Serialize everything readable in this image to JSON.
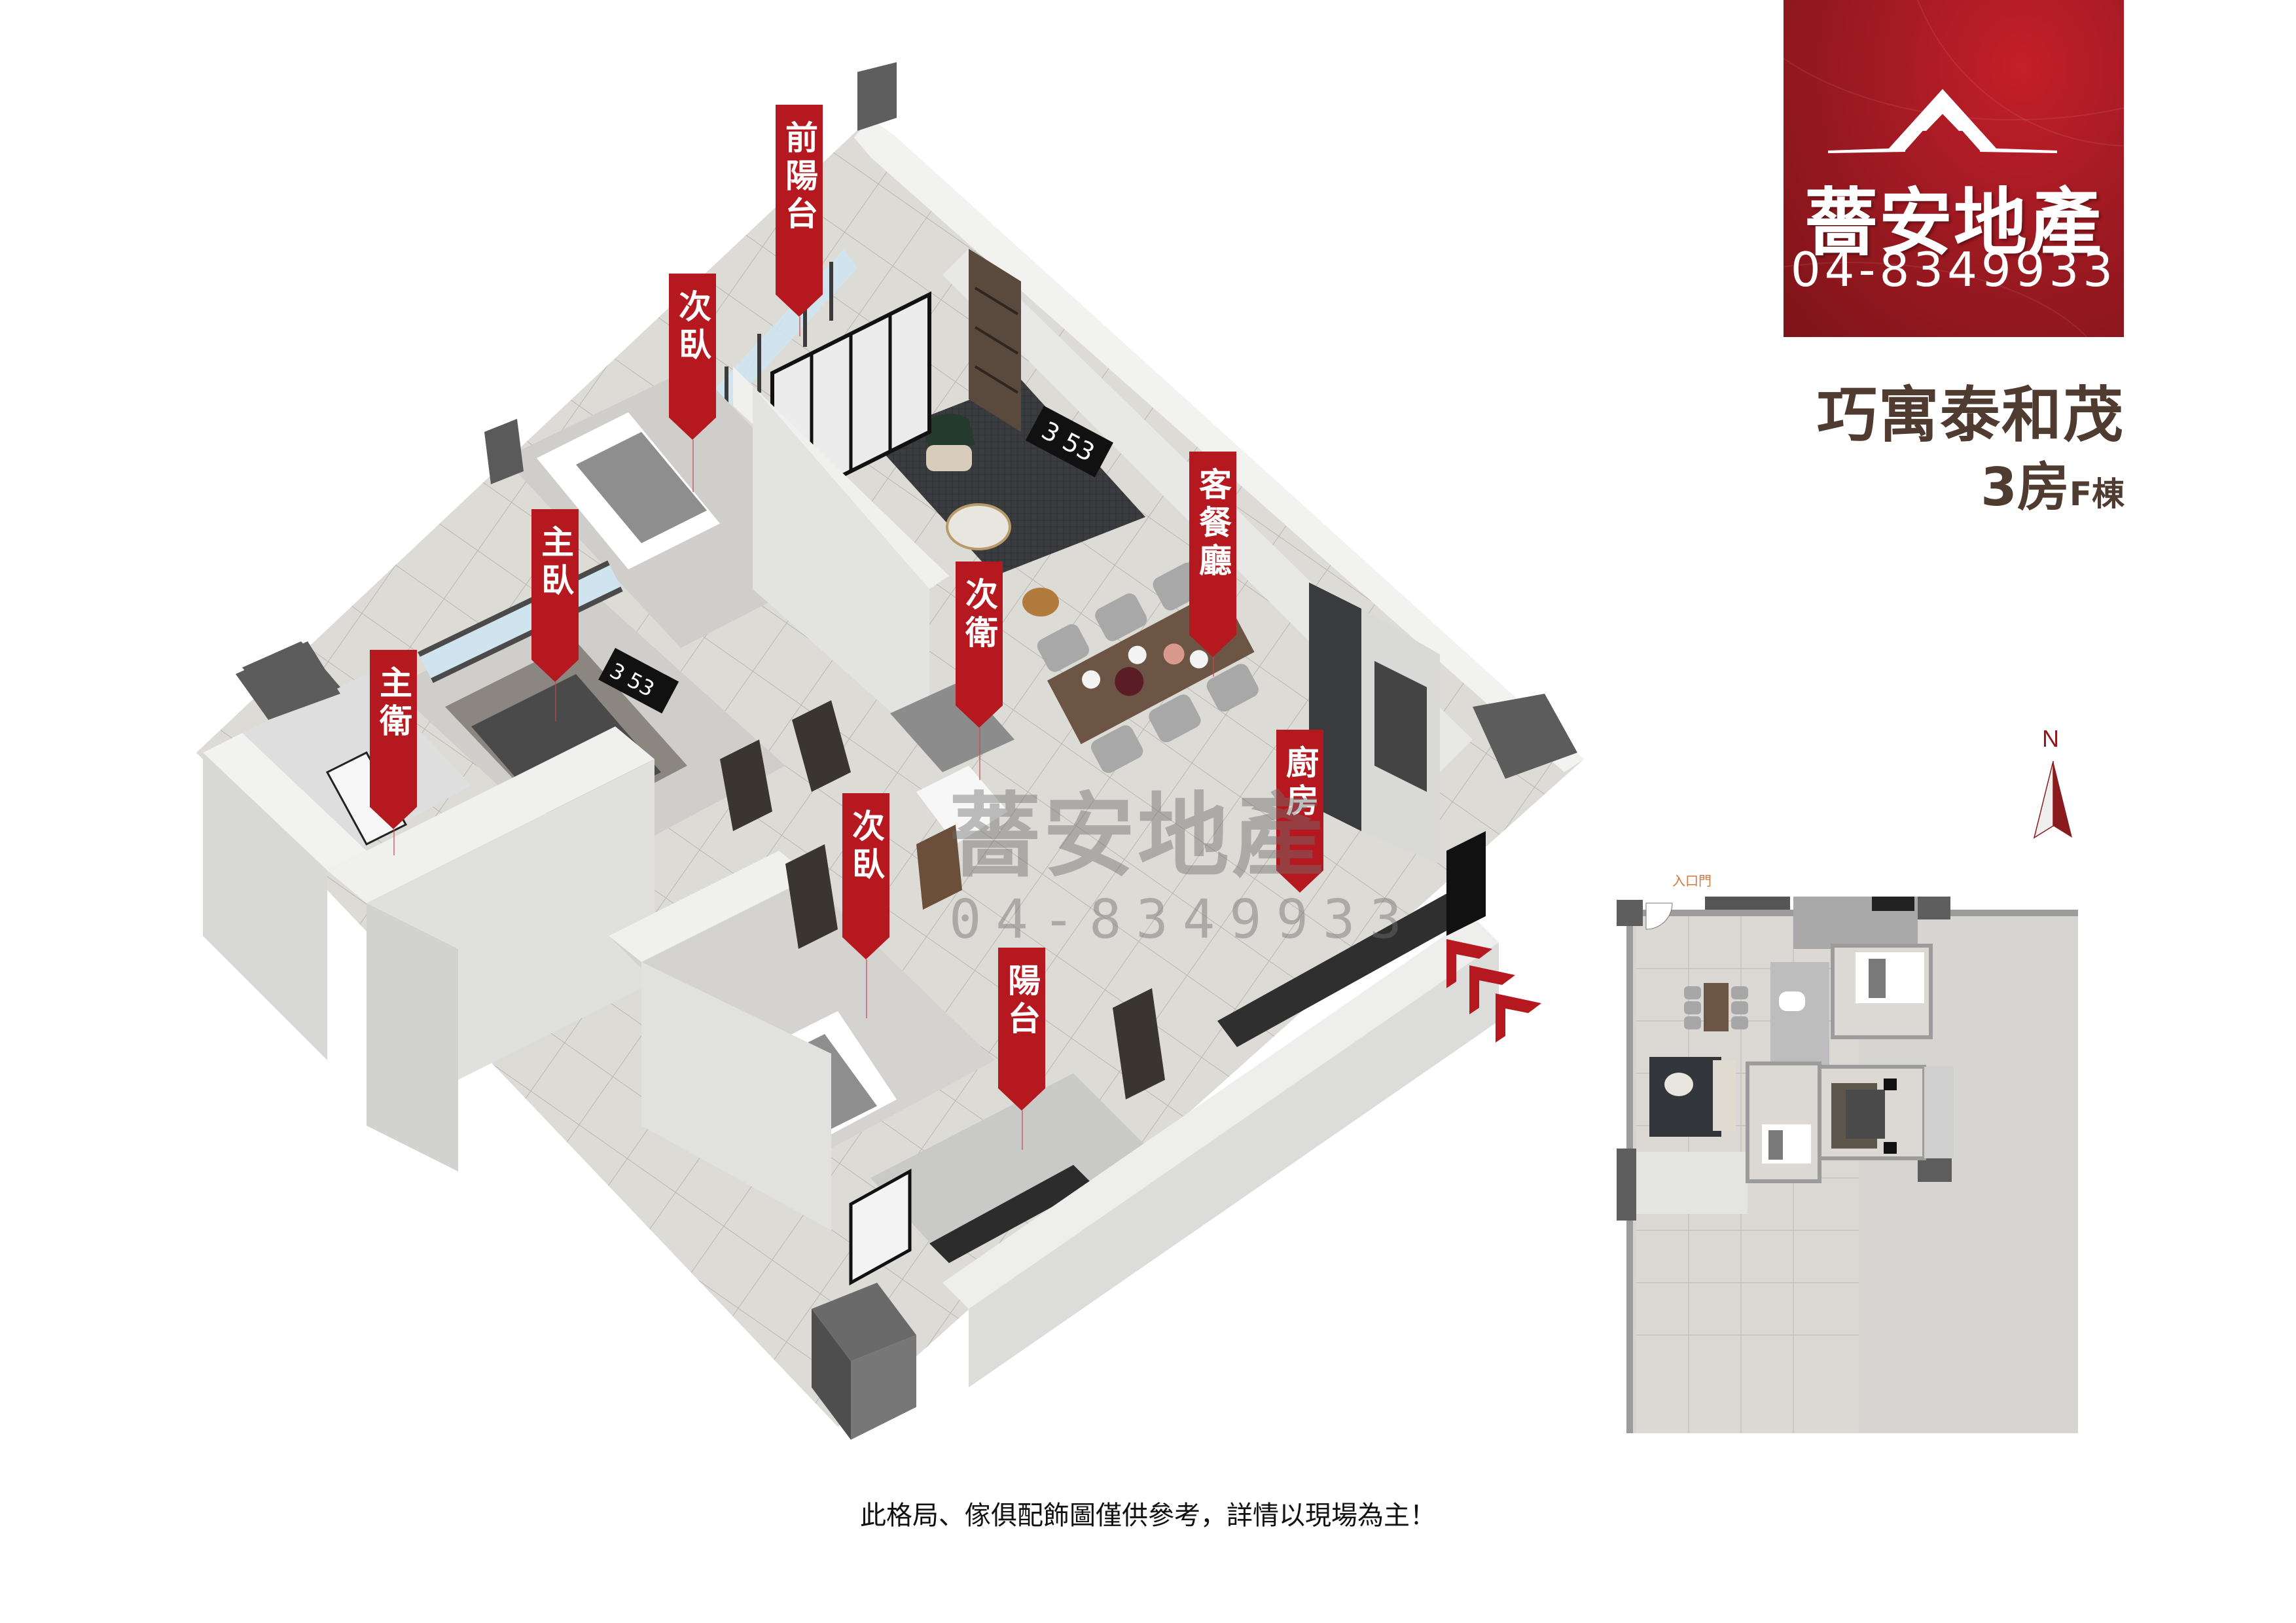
{
  "brand": {
    "name": "薔安地產",
    "phone": "04-8349933",
    "bg_color": "#a01a22"
  },
  "project": {
    "title": "巧寓泰和茂",
    "rooms": "3房",
    "building": "F棟",
    "text_color": "#4f3b2f"
  },
  "compass": {
    "label": "N",
    "color": "#8b1a1f"
  },
  "plan3d": {
    "labels": [
      {
        "id": "front-balcony",
        "text": "前陽台"
      },
      {
        "id": "second-bedroom-1",
        "text": "次臥"
      },
      {
        "id": "master-bedroom",
        "text": "主臥"
      },
      {
        "id": "master-bath",
        "text": "主衛"
      },
      {
        "id": "living-dining",
        "text": "客餐廳"
      },
      {
        "id": "second-bath",
        "text": "次衛"
      },
      {
        "id": "kitchen",
        "text": "廚房"
      },
      {
        "id": "second-bedroom-2",
        "text": "次臥"
      },
      {
        "id": "balcony",
        "text": "陽台"
      }
    ],
    "label_color": "#b5191f",
    "wall_clock_text": "3 53",
    "watermark": {
      "name": "薔安地產",
      "phone": "04-8349933"
    },
    "entrance_arrows": "entrance-chevrons"
  },
  "plan2d": {
    "entry_label": "入口門"
  },
  "footer": {
    "disclaimer": "此格局、傢俱配飾圖僅供參考，詳情以現場為主！"
  }
}
